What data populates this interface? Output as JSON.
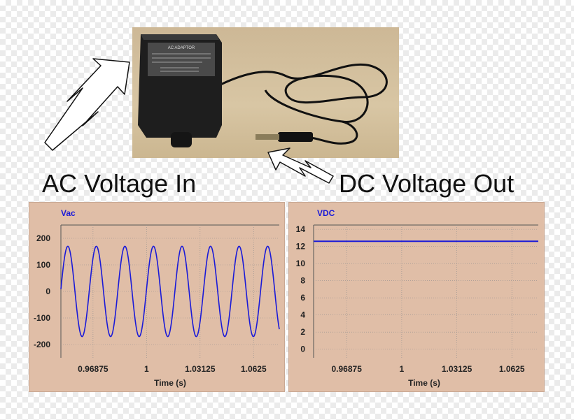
{
  "title_ac": "AC Voltage In",
  "title_dc": "DC Voltage Out",
  "adapter_label": {
    "line1": "AC ADAPTOR"
  },
  "colors": {
    "panel_bg": "#e0bea7",
    "trace": "#1a1ad8",
    "grid": "#8f8f8f"
  },
  "chart_data": [
    {
      "type": "line",
      "title": "Vac",
      "xlabel": "Time (s)",
      "ylabel": "",
      "xlim": [
        0.95,
        1.0775
      ],
      "ylim": [
        -250,
        250
      ],
      "xticks": [
        0.96875,
        1,
        1.03125,
        1.0625
      ],
      "xtick_labels": [
        "0.96875",
        "1",
        "1.03125",
        "1.0625"
      ],
      "yticks": [
        200,
        100,
        0,
        -100,
        -200
      ],
      "ytick_labels": [
        "200",
        "100",
        "0",
        "-100",
        "-200"
      ],
      "grid": true,
      "series": [
        {
          "amplitude": 170,
          "frequency_hz": 60,
          "x_start": 0.95,
          "x_end": 1.0775
        }
      ]
    },
    {
      "type": "line",
      "title": "VDC",
      "xlabel": "Time (s)",
      "ylabel": "",
      "xlim": [
        0.95,
        1.0775
      ],
      "ylim": [
        -1,
        14.5
      ],
      "xticks": [
        0.96875,
        1,
        1.03125,
        1.0625
      ],
      "xtick_labels": [
        "0.96875",
        "1",
        "1.03125",
        "1.0625"
      ],
      "yticks": [
        14,
        12,
        10,
        8,
        6,
        4,
        2,
        0
      ],
      "ytick_labels": [
        "14",
        "12",
        "10",
        "8",
        "6",
        "4",
        "2",
        "0"
      ],
      "grid": true,
      "series": [
        {
          "constant": 12.6,
          "x_start": 0.95,
          "x_end": 1.0775
        }
      ]
    }
  ]
}
